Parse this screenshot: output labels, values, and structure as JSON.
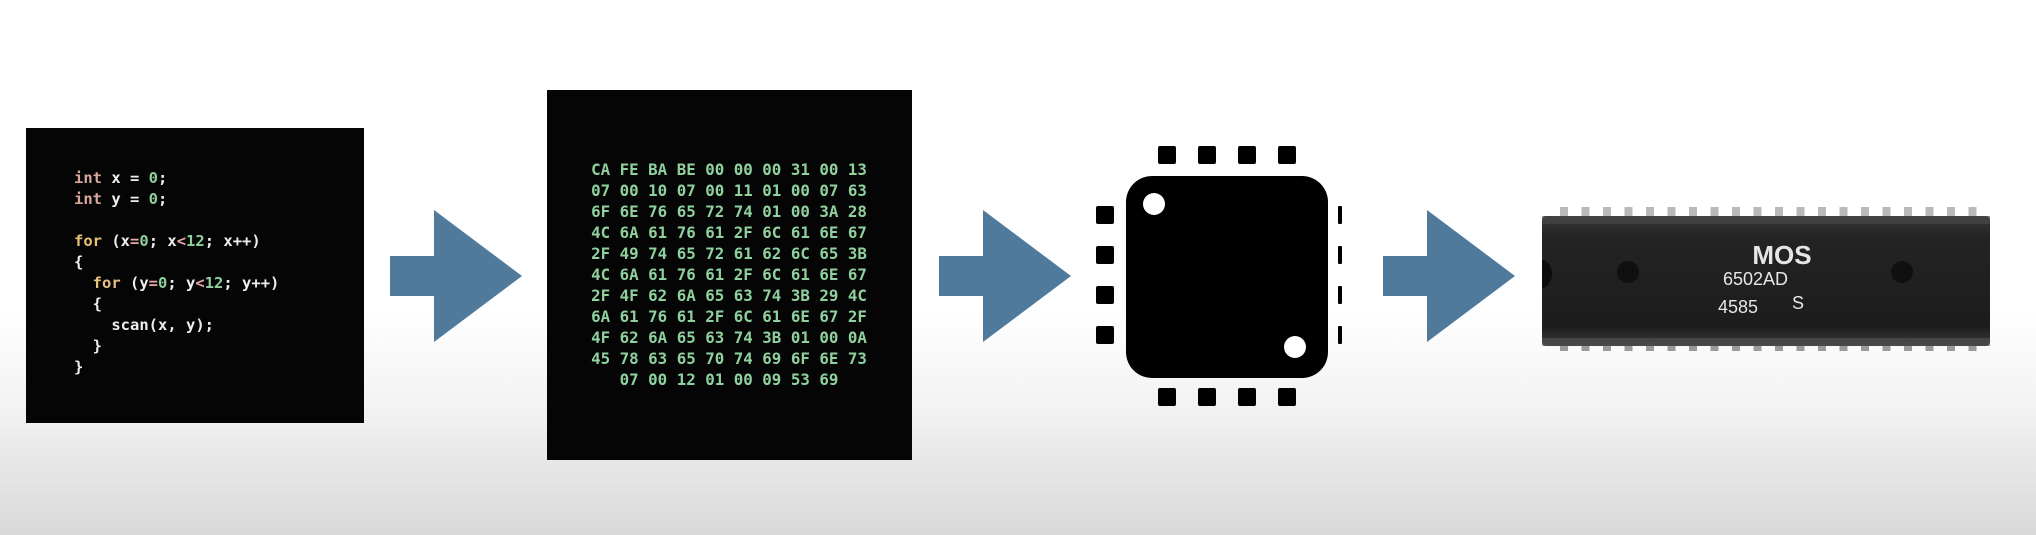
{
  "source_code": {
    "lines": [
      [
        {
          "t": "int",
          "c": "kw-type"
        },
        {
          "t": " x = "
        },
        {
          "t": "0",
          "c": "num"
        },
        {
          "t": ";"
        }
      ],
      [
        {
          "t": "int",
          "c": "kw-type"
        },
        {
          "t": " y = "
        },
        {
          "t": "0",
          "c": "num"
        },
        {
          "t": ";"
        }
      ],
      [],
      [
        {
          "t": "for",
          "c": "kw-ctrl"
        },
        {
          "t": " (x"
        },
        {
          "t": "=",
          "c": "op"
        },
        {
          "t": "0",
          "c": "num"
        },
        {
          "t": "; x"
        },
        {
          "t": "<",
          "c": "op"
        },
        {
          "t": "12",
          "c": "num"
        },
        {
          "t": "; x++)"
        }
      ],
      [
        {
          "t": "{"
        }
      ],
      [
        {
          "t": "  "
        },
        {
          "t": "for",
          "c": "kw-ctrl"
        },
        {
          "t": " (y"
        },
        {
          "t": "=",
          "c": "op"
        },
        {
          "t": "0",
          "c": "num"
        },
        {
          "t": "; y"
        },
        {
          "t": "<",
          "c": "op"
        },
        {
          "t": "12",
          "c": "num"
        },
        {
          "t": "; y++)"
        }
      ],
      [
        {
          "t": "  {"
        }
      ],
      [
        {
          "t": "    scan(x, y);"
        }
      ],
      [
        {
          "t": "  }"
        }
      ],
      [
        {
          "t": "}"
        }
      ]
    ]
  },
  "bytecode": {
    "lines": [
      "CA FE BA BE 00 00 00 31 00 13",
      "07 00 10 07 00 11 01 00 07 63",
      "6F 6E 76 65 72 74 01 00 3A 28",
      "4C 6A 61 76 61 2F 6C 61 6E 67",
      "2F 49 74 65 72 61 62 6C 65 3B",
      "4C 6A 61 76 61 2F 6C 61 6E 67",
      "2F 4F 62 6A 65 63 74 3B 29 4C",
      "6A 61 76 61 2F 6C 61 6E 67 2F",
      "4F 62 6A 65 63 74 3B 01 00 0A",
      "45 78 63 65 70 74 69 6F 6E 73",
      "07 00 12 01 00 09 53 69"
    ]
  },
  "chip_marking": {
    "logo": "MOS",
    "part_number": "6502AD",
    "date_code": "4585",
    "suffix": "S"
  },
  "colors": {
    "arrow": "#4f7a9c",
    "panel": "#050505",
    "hex_text": "#8fd19e",
    "chip_body": "#1d1d1d"
  },
  "icons": [
    "arrow-right-icon",
    "cpu-chip-icon"
  ]
}
